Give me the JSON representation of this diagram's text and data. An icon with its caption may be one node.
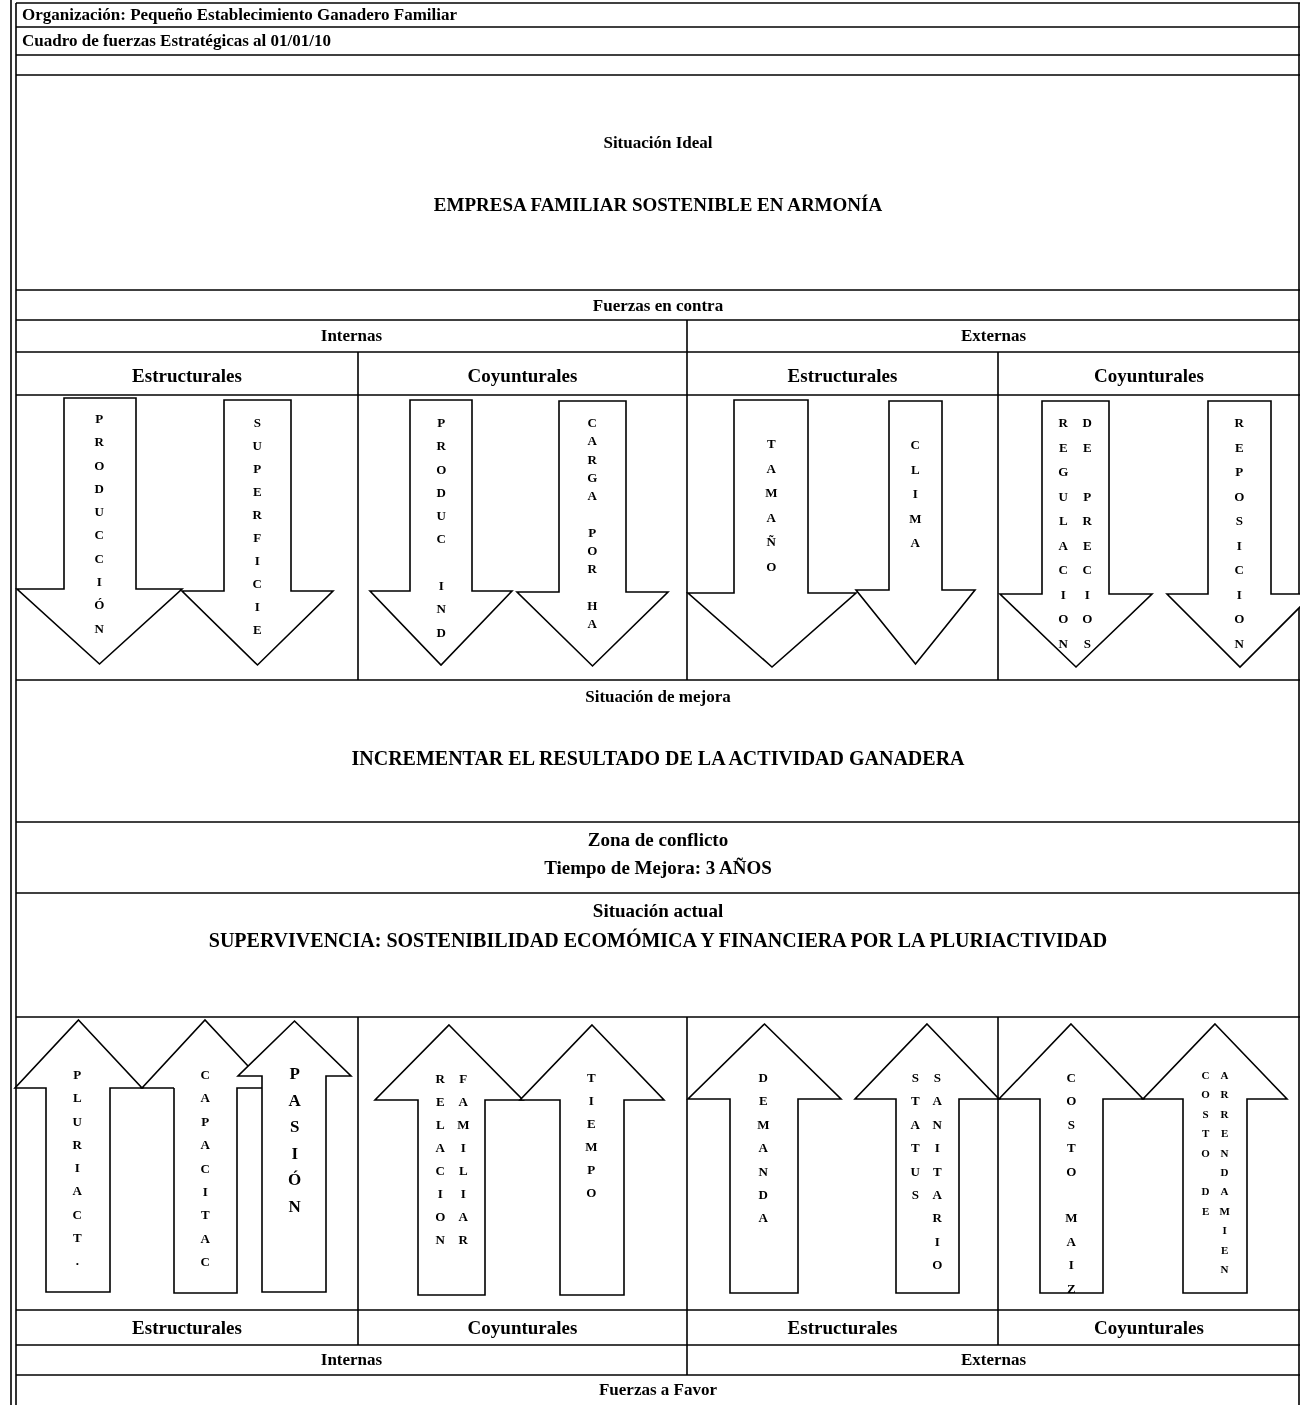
{
  "diagram": {
    "nodes": [
      {
        "text": [
          "PRODUCCIÓN"
        ]
      },
      {
        "text": [
          "SUPERFICIE"
        ]
      },
      {
        "text": [
          "PRODUC IND"
        ]
      },
      {
        "text": [
          "CARGA POR HA"
        ]
      },
      {
        "text": [
          "TAMAÑO"
        ]
      },
      {
        "text": [
          "CLIMA"
        ]
      },
      {
        "text": [
          "REGULACION",
          "DE PRECIOS"
        ]
      },
      {
        "text": [
          "REPOSICION"
        ]
      },
      {
        "text": [
          "PLURIACT."
        ]
      },
      {
        "text": [
          "CAPACITAC"
        ]
      },
      {
        "text": [
          "PASIÓN"
        ]
      },
      {
        "text": [
          "RELACION",
          "FAMILIAR"
        ]
      },
      {
        "text": [
          "TIEMPO"
        ]
      },
      {
        "text": [
          "DEMANDA"
        ]
      },
      {
        "text": [
          "STATUS",
          "SANITARIO"
        ]
      },
      {
        "text": [
          "COSTO MAIZ"
        ]
      },
      {
        "text": [
          "COSTO DE",
          "ARRENDAMIEN"
        ]
      }
    ],
    "labels": [
      "Organización: Pequeño Establecimiento Ganadero Familiar",
      "Cuadro de fuerzas Estratégicas al 01/01/10",
      "Situación Ideal",
      "EMPRESA FAMILIAR SOSTENIBLE EN ARMONÍA",
      "Fuerzas en contra",
      "Internas",
      "Externas",
      "Estructurales",
      "Coyunturales",
      "Estructurales",
      "Coyunturales",
      "Situación de mejora",
      "INCREMENTAR EL RESULTADO DE LA ACTIVIDAD GANADERA",
      "Zona de conflicto",
      "Tiempo de Mejora: 3 AÑOS",
      "Situación actual",
      "SUPERVIVENCIA: SOSTENIBILIDAD ECOMÓMICA Y FINANCIERA POR LA PLURIACTIVIDAD",
      "Estructurales",
      "Coyunturales",
      "Estructurales",
      "Coyunturales",
      "Internas",
      "Externas",
      "Fuerzas a Favor"
    ]
  }
}
